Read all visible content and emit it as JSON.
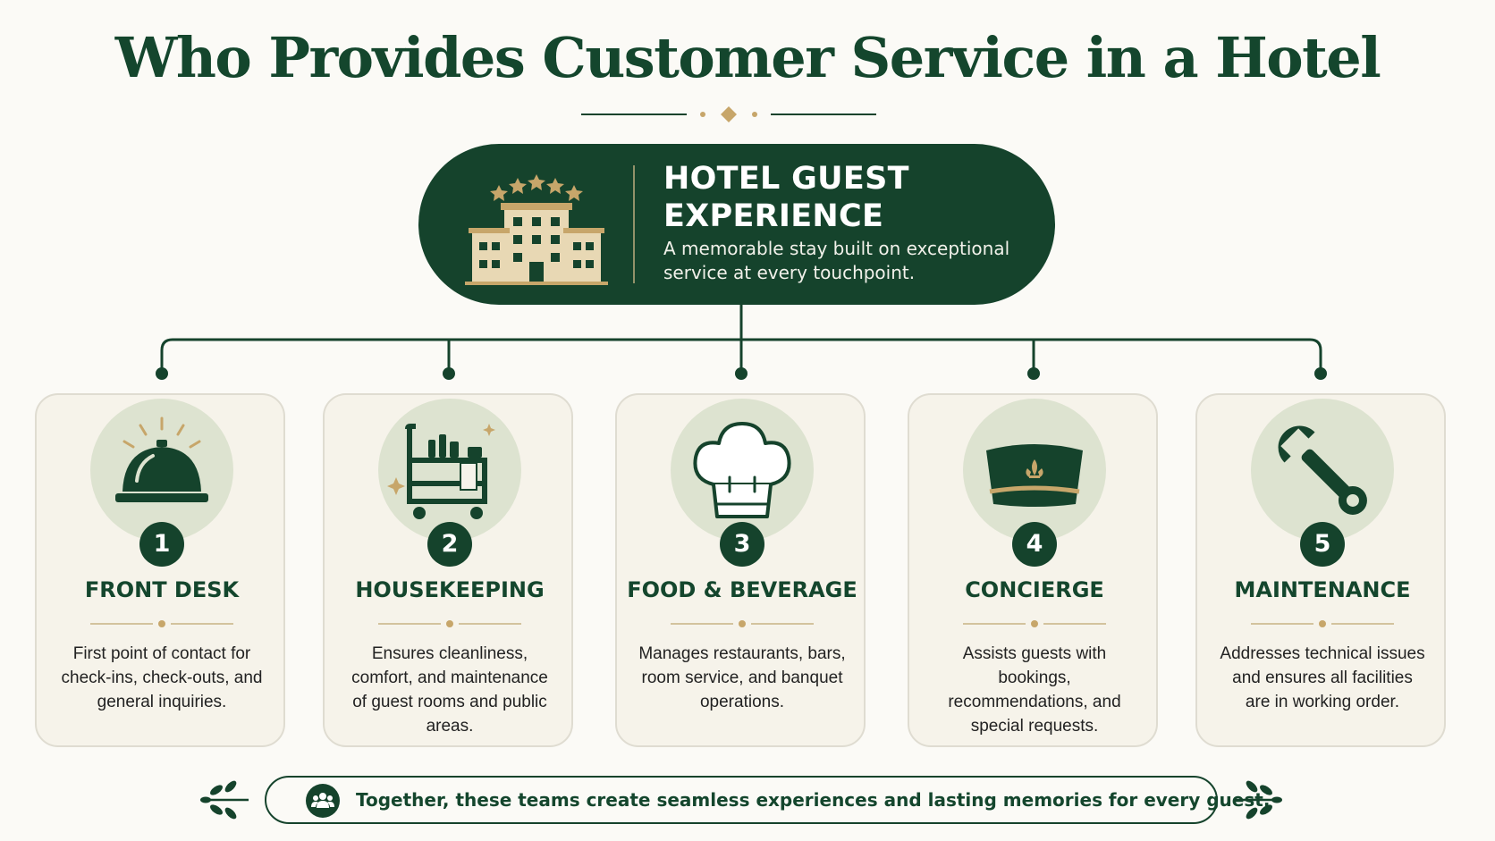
{
  "title": "Who Provides Customer Service in a Hotel",
  "hero": {
    "title": "HOTEL GUEST EXPERIENCE",
    "subtitle": "A memorable stay built on exceptional service at every touchpoint."
  },
  "teams": [
    {
      "number": "1",
      "title": "FRONT DESK",
      "icon": "service-bell-icon",
      "description": "First point of contact for check-ins, check-outs, and general inquiries."
    },
    {
      "number": "2",
      "title": "HOUSEKEEPING",
      "icon": "housekeeping-cart-icon",
      "description": "Ensures cleanliness, comfort, and maintenance of guest rooms and public areas."
    },
    {
      "number": "3",
      "title": "FOOD & BEVERAGE",
      "icon": "chef-hat-icon",
      "description": "Manages restaurants, bars, room service, and banquet operations."
    },
    {
      "number": "4",
      "title": "CONCIERGE",
      "icon": "concierge-cap-icon",
      "description": "Assists guests with bookings, recommendations, and special requests."
    },
    {
      "number": "5",
      "title": "MAINTENANCE",
      "icon": "wrench-icon",
      "description": "Addresses technical issues and ensures all facilities are in working order."
    }
  ],
  "footer": {
    "text": "Together, these teams create seamless experiences and lasting memories for every guest.",
    "icon": "group-icon"
  },
  "colors": {
    "primary": "#15432c",
    "accent": "#c7a66a",
    "card_bg": "#f6f3ea",
    "icon_circle": "#dde3d0"
  }
}
